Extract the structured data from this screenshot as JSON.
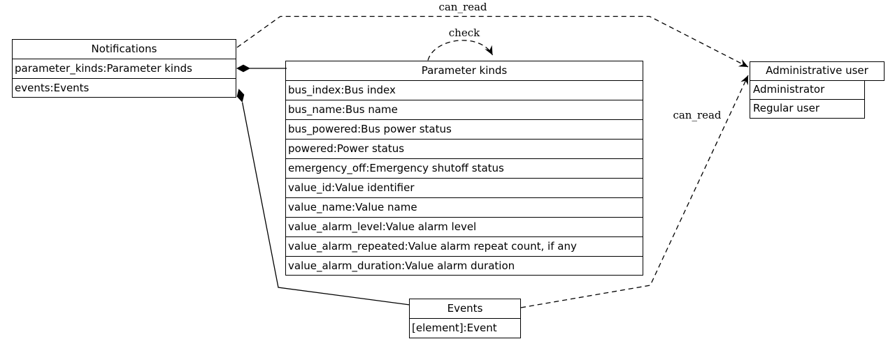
{
  "colors": {
    "background": "#ffffff",
    "node_fill": "#ffffff",
    "line": "#000000",
    "text": "#000000"
  },
  "nodes": {
    "notifications": {
      "title": "Notifications",
      "rows": [
        "parameter_kinds:Parameter kinds",
        "events:Events"
      ]
    },
    "parameter_kinds": {
      "title": "Parameter kinds",
      "rows": [
        "bus_index:Bus index",
        "bus_name:Bus name",
        "bus_powered:Bus power status",
        "powered:Power status",
        "emergency_off:Emergency shutoff status",
        "value_id:Value identifier",
        "value_name:Value name",
        "value_alarm_level:Value alarm level",
        "value_alarm_repeated:Value alarm repeat count, if any",
        "value_alarm_duration:Value alarm duration"
      ]
    },
    "administrative_user": {
      "title": "Administrative user",
      "rows": [
        "Administrator",
        "Regular user"
      ]
    },
    "events": {
      "title": "Events",
      "rows": [
        "[element]:Event"
      ]
    }
  },
  "edges": [
    {
      "id": "can-read-top",
      "from": "Notifications",
      "to": "Administrative user",
      "label": "can_read",
      "style": "dashed-arrow"
    },
    {
      "id": "check-self-loop",
      "from": "Parameter kinds",
      "to": "Parameter kinds",
      "label": "check",
      "style": "dashed-arrow"
    },
    {
      "id": "can-read-bottom",
      "from": "Events",
      "to": "Administrative user",
      "label": "can_read",
      "style": "dashed-arrow"
    },
    {
      "id": "composition-parameter-kinds",
      "from": "Notifications.parameter_kinds",
      "to": "Parameter kinds",
      "label": "",
      "style": "solid-diamond"
    },
    {
      "id": "composition-events",
      "from": "Notifications.events",
      "to": "Events",
      "label": "",
      "style": "solid-diamond"
    }
  ]
}
